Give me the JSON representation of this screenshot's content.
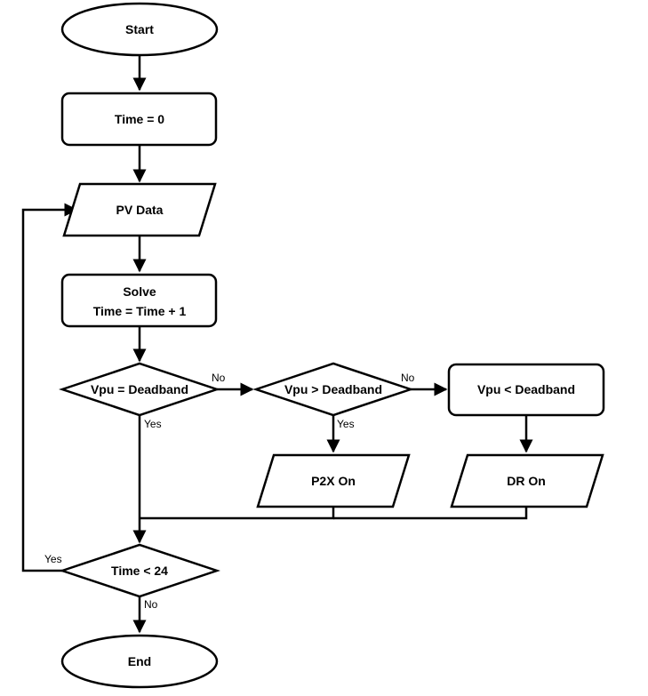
{
  "nodes": {
    "start": "Start",
    "time0": "Time = 0",
    "pvdata": "PV Data",
    "solve_line1": "Solve",
    "solve_line2": "Time = Time + 1",
    "dec_equal": "Vpu = Deadband",
    "dec_greater": "Vpu > Deadband",
    "box_less": "Vpu < Deadband",
    "p2x": "P2X On",
    "dr": "DR On",
    "dec_time": "Time < 24",
    "end": "End"
  },
  "edges": {
    "equal_no": "No",
    "equal_yes": "Yes",
    "greater_no": "No",
    "greater_yes": "Yes",
    "time_yes": "Yes",
    "time_no": "No"
  }
}
